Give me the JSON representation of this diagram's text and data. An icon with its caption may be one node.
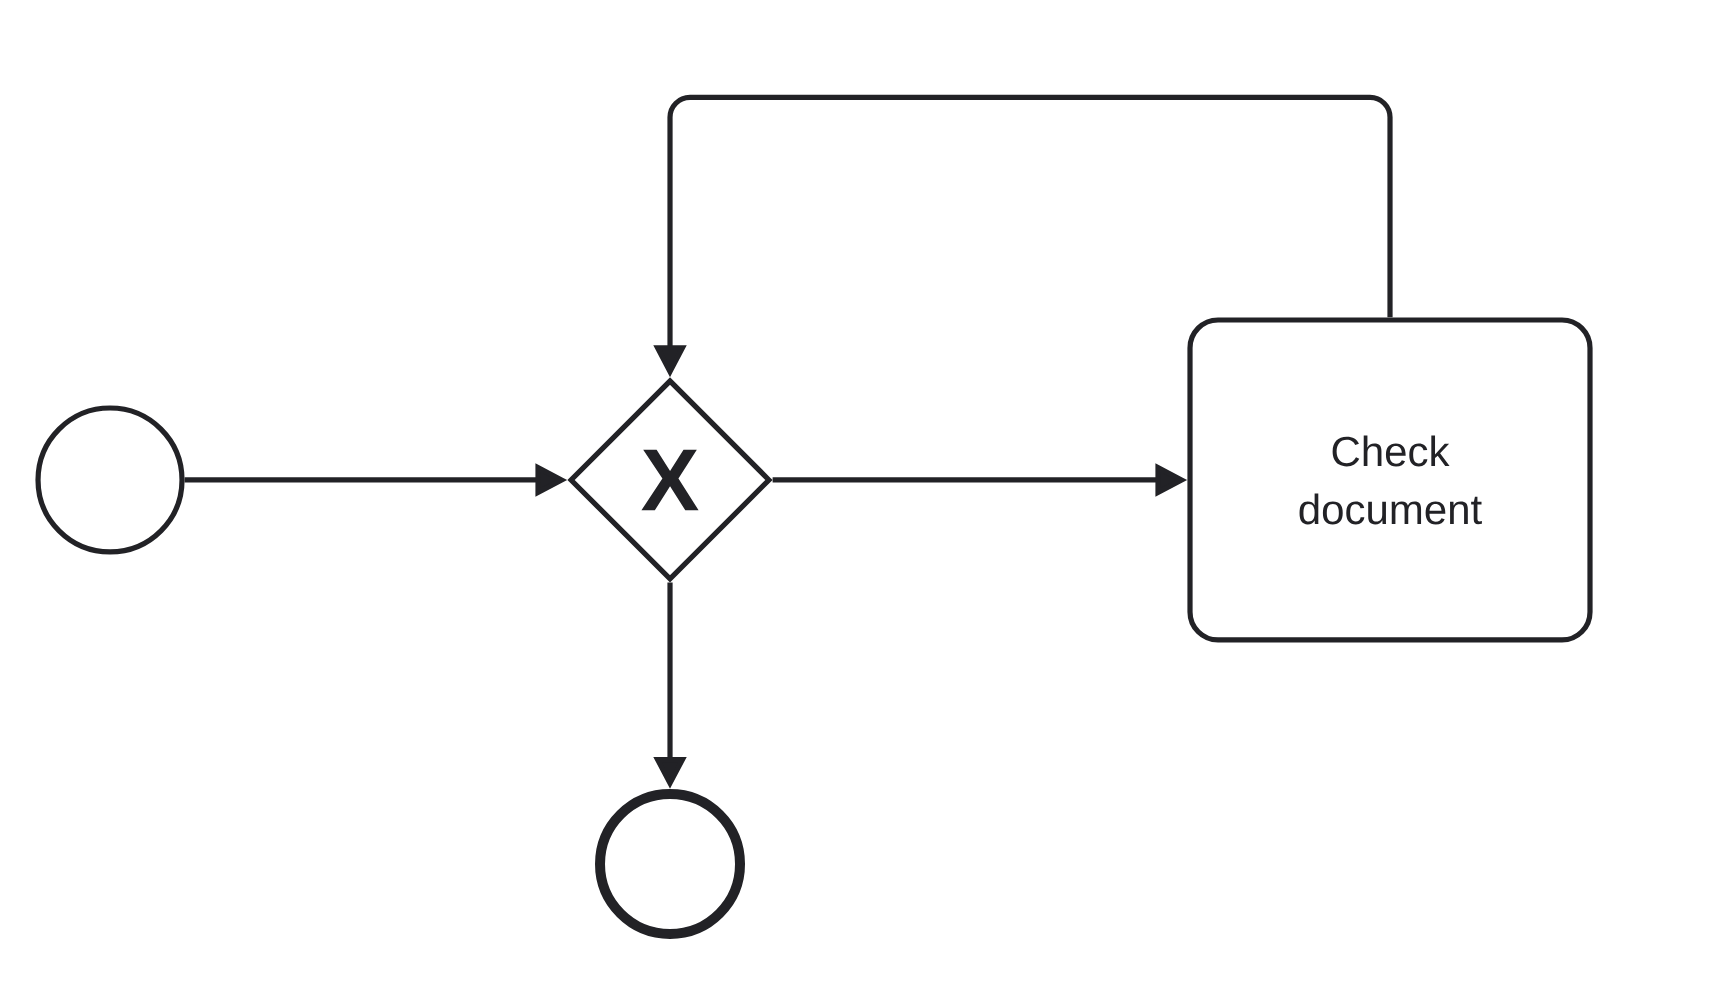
{
  "diagram": {
    "nodes": [
      {
        "text": [],
        "shape": "circle"
      },
      {
        "text": [
          "X"
        ]
      },
      {
        "text": [
          "Check document"
        ]
      },
      {
        "text": [],
        "shape": "circle"
      }
    ],
    "edges": [
      {
        "from": 0,
        "to": 1,
        "arrow": "to"
      },
      {
        "from": 1,
        "to": 2,
        "arrow": "to"
      },
      {
        "from": 2,
        "to": 1,
        "arrow": "to"
      },
      {
        "from": 1,
        "to": 3,
        "arrow": "to"
      }
    ]
  }
}
